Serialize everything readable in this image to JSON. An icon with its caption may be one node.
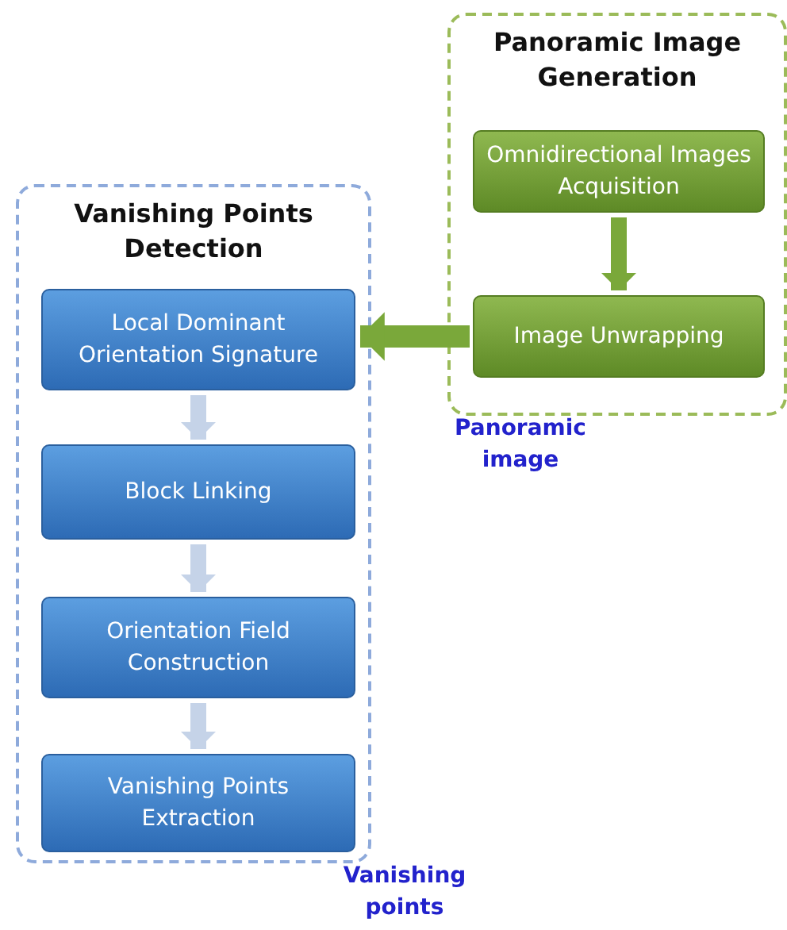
{
  "diagram": {
    "nodes": [
      {
        "text": [
          "Panoramic Image Generation"
        ]
      },
      {
        "text": [
          "Omnidirectional Images Acquisition"
        ],
        "in": 0
      },
      {
        "text": [
          "Image Unwrapping"
        ],
        "in": 0
      },
      {
        "text": [
          "Vanishing Points Detection"
        ]
      },
      {
        "text": [
          "Local Dominant Orientation Signature"
        ],
        "in": 3
      },
      {
        "text": [
          "Block Linking"
        ],
        "in": 3
      },
      {
        "text": [
          "Orientation Field Construction"
        ],
        "in": 3
      },
      {
        "text": [
          "Vanishing Points Extraction"
        ],
        "in": 3
      }
    ],
    "edges": [
      {
        "from": 1,
        "to": 2,
        "arrow": "to",
        "color": "#7aa83a"
      },
      {
        "from": 2,
        "to": 4,
        "arrow": "to",
        "color": "#7aa83a"
      },
      {
        "from": 4,
        "to": 5,
        "arrow": "to"
      },
      {
        "from": 5,
        "to": 6,
        "arrow": "to"
      },
      {
        "from": 6,
        "to": 7,
        "arrow": "to"
      }
    ],
    "labels": [
      "Panoramic image",
      "Vanishing points"
    ]
  }
}
